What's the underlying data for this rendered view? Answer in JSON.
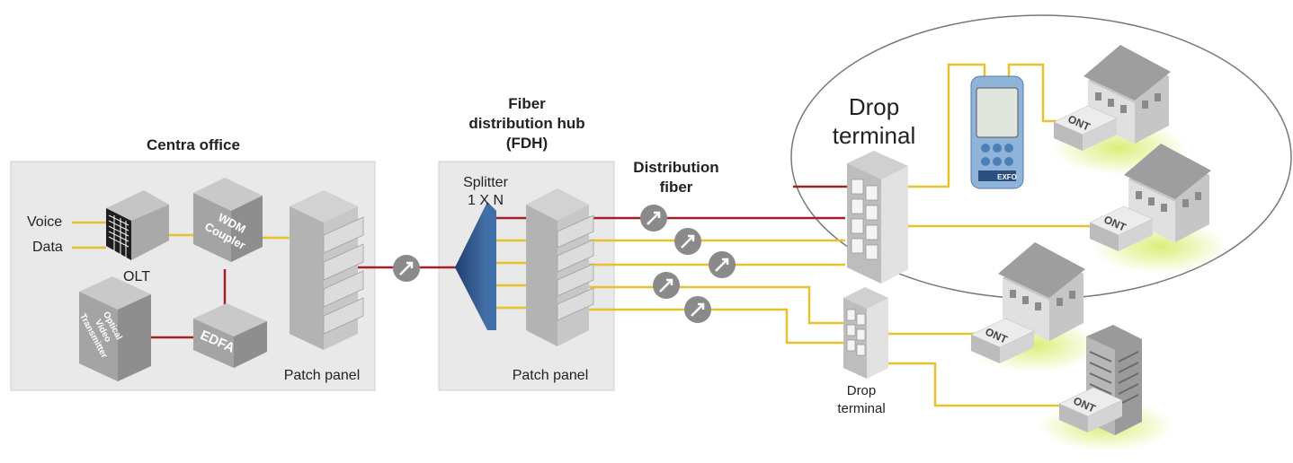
{
  "central_office": {
    "title": "Centra office",
    "voice": "Voice",
    "data": "Data",
    "olt": "OLT",
    "wdm": [
      "WDM",
      "Coupler"
    ],
    "edfa": "EDFA",
    "transmitter": [
      "Optical",
      "Video",
      "Transmitter"
    ],
    "patch_panel": "Patch panel"
  },
  "fdh": {
    "title": [
      "Fiber",
      "distribution hub",
      "(FDH)"
    ],
    "splitter": [
      "Splitter",
      "1 X N"
    ],
    "patch_panel": "Patch panel"
  },
  "distribution": {
    "label": [
      "Distribution",
      "fiber"
    ]
  },
  "drop_terminal_main": {
    "label": [
      "Drop",
      "terminal"
    ]
  },
  "drop_terminal_small": {
    "label": [
      "Drop",
      "terminal"
    ]
  },
  "ont_labels": [
    "ONT",
    "ONT",
    "ONT",
    "ONT"
  ],
  "meter_brand": "EXFO",
  "colors": {
    "red_fiber": "#a3202b",
    "yellow_fiber": "#e8c12e",
    "panel_bg": "#e9e9e9",
    "box_gray": "#b9b9b9",
    "connector": "#8a8a8a"
  }
}
